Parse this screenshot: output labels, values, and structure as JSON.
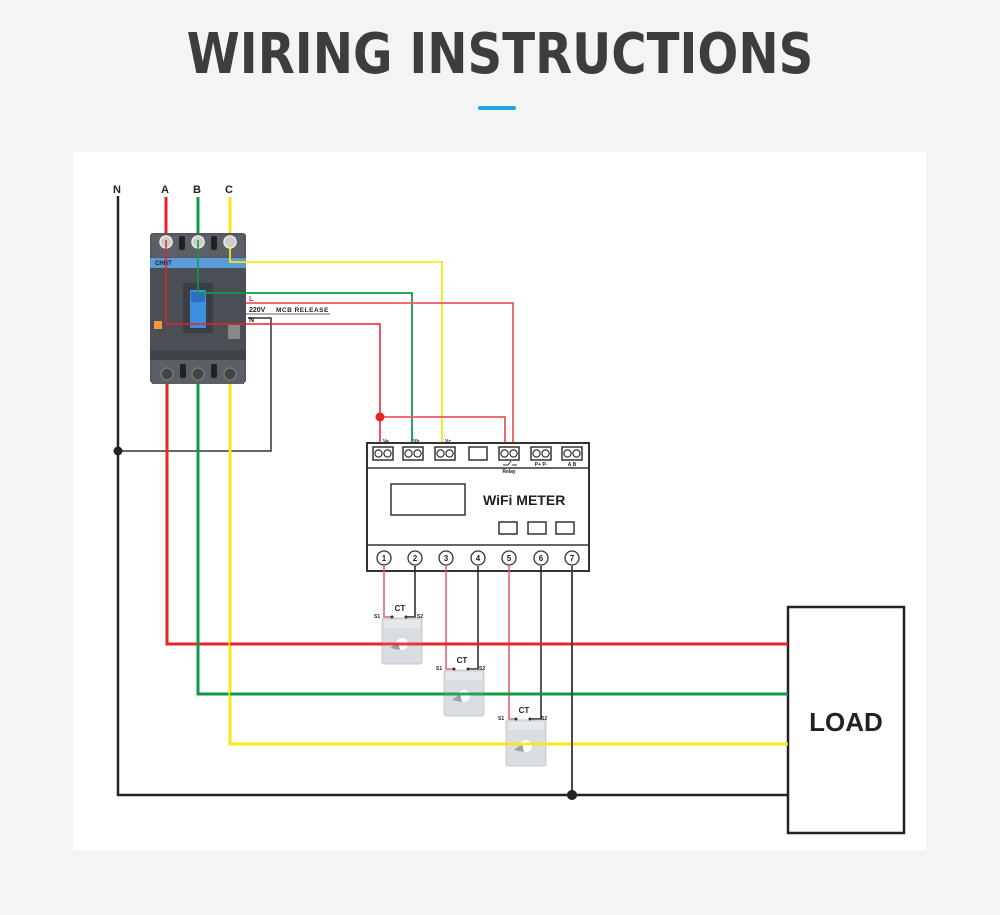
{
  "header": {
    "title": "WIRING INSTRUCTIONS",
    "accent_color": "#1aa9e0"
  },
  "diagram": {
    "lines": {
      "neutral": "N",
      "phase_a": "A",
      "phase_b": "B",
      "phase_c": "C"
    },
    "wire_colors": {
      "phase_a": "#e8232a",
      "phase_b": "#0f9a48",
      "phase_c": "#f5e816",
      "neutral": "#222222",
      "signal_red": "#e85a60"
    },
    "breaker": {
      "brand": "CHNT",
      "mcb_labels": {
        "live": "L",
        "voltage": "220V",
        "release": "MCB RELEASE",
        "neutral": "N"
      }
    },
    "meter": {
      "title": "WiFi METER",
      "top_terminals": [
        {
          "label": "Va"
        },
        {
          "label": "Vb"
        },
        {
          "label": "Vc"
        },
        {
          "label": ""
        },
        {
          "label": "Relay"
        },
        {
          "label": "P+ P-"
        },
        {
          "label": "A B"
        }
      ],
      "bottom_terminals": [
        "1",
        "2",
        "3",
        "4",
        "5",
        "6",
        "7"
      ]
    },
    "current_transformers": [
      {
        "label": "CT",
        "s1": "S1",
        "s2": "S2"
      },
      {
        "label": "CT",
        "s1": "S1",
        "s2": "S2"
      },
      {
        "label": "CT",
        "s1": "S1",
        "s2": "S2"
      }
    ],
    "load": {
      "label": "LOAD"
    }
  }
}
